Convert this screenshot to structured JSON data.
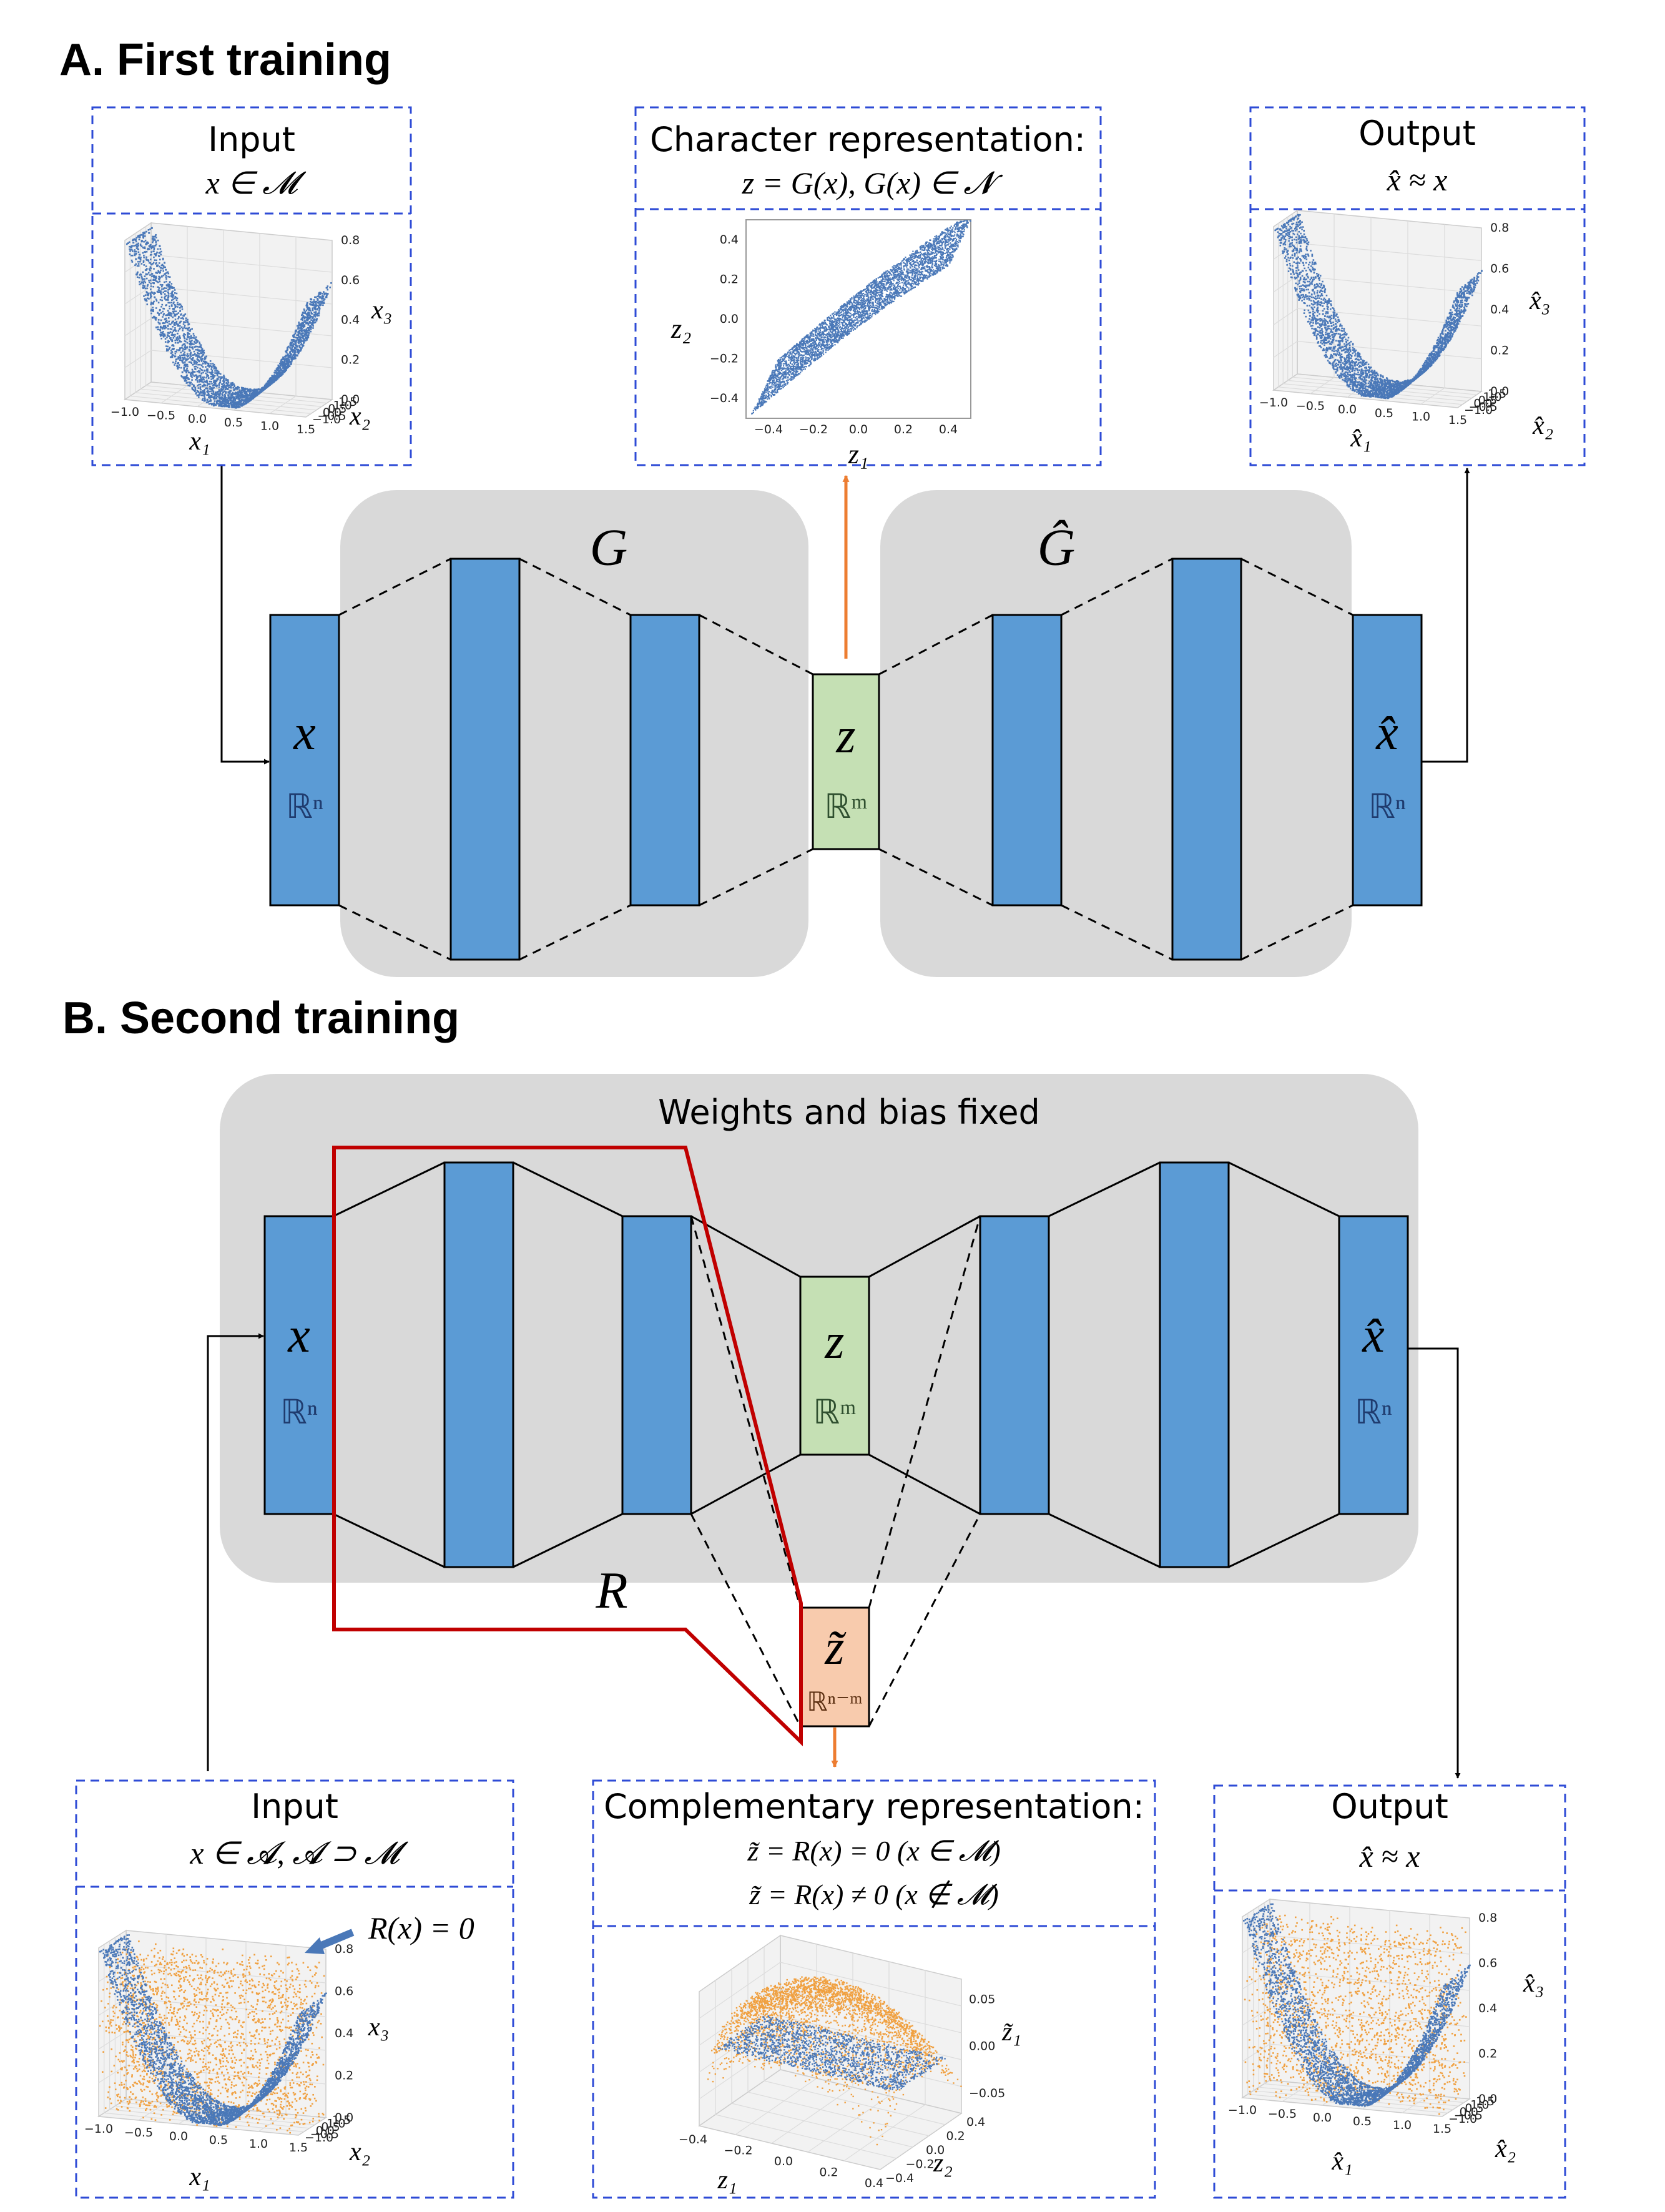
{
  "sections": {
    "a_title": "A. First training",
    "b_title": "B. Second training"
  },
  "colors": {
    "layer_blue": "#5b9bd5",
    "latent_green": "#c5e0b4",
    "complement_orange": "#f8cbad",
    "frozen_gray": "#d9d9d9",
    "scatter_blue": "#4a78b8",
    "scatter_orange": "#f0a040",
    "arrow_orange": "#ed7d31",
    "frame_red": "#c00000",
    "panel_dash": "#2e4bd6"
  },
  "panel_a": {
    "input_box": {
      "title": "Input",
      "formula": "x ∈ 𝓜"
    },
    "char_box": {
      "title": "Character representation:",
      "formula": "z = G(x), G(x) ∈ 𝓝"
    },
    "output_box": {
      "title": "Output",
      "formula": "x̂ ≈ x"
    },
    "encoder_label": "G",
    "decoder_label": "Ĝ",
    "layer_x": {
      "sym": "x",
      "space": "ℝⁿ"
    },
    "layer_z": {
      "sym": "z",
      "space": "ℝᵐ"
    },
    "layer_xhat": {
      "sym": "x̂",
      "space": "ℝⁿ"
    }
  },
  "panel_b": {
    "frozen_label": "Weights and bias fixed",
    "r_label": "R",
    "layer_x": {
      "sym": "x",
      "space": "ℝⁿ"
    },
    "layer_z": {
      "sym": "z",
      "space": "ℝᵐ"
    },
    "layer_ztilde": {
      "sym": "z̃",
      "space": "ℝⁿ⁻ᵐ"
    },
    "layer_xhat": {
      "sym": "x̂",
      "space": "ℝⁿ"
    },
    "input_box": {
      "title": "Input",
      "formula": "x ∈ 𝓐, 𝓐 ⊃ 𝓜",
      "annotation": "R(x) = 0"
    },
    "comp_box": {
      "title": "Complementary representation:",
      "formula1": "z̃ = R(x) = 0 (x ∈ 𝓜)",
      "formula2": "z̃ = R(x) ≠ 0 (x ∉ 𝓜)"
    },
    "output_box": {
      "title": "Output",
      "formula": "x̂ ≈ x"
    }
  },
  "chart_data": [
    {
      "type": "scatter",
      "id": "input_3d_a",
      "xlabel": "x₁",
      "ylabel": "x₂",
      "zlabel": "x₃",
      "x_ticks": [
        "−1.0",
        "−0.5",
        "0.0",
        "0.5",
        "1.0",
        "1.5"
      ],
      "y_ticks": [
        "−1.0",
        "−0.5",
        "0.0",
        "0.5",
        "1.0",
        "1.5"
      ],
      "z_ticks": [
        "0.0",
        "0.2",
        "0.4",
        "0.6",
        "0.8"
      ],
      "xlim": [
        -1.0,
        1.5
      ],
      "zlim": [
        0.0,
        0.8
      ],
      "series": [
        {
          "color": "#4a78b8"
        }
      ]
    },
    {
      "type": "scatter",
      "id": "latent_2d",
      "xlabel": "z₁",
      "ylabel": "z₂",
      "x_ticks": [
        "−0.4",
        "−0.2",
        "0.0",
        "0.2",
        "0.4"
      ],
      "y_ticks": [
        "−0.4",
        "−0.2",
        "0.0",
        "0.2",
        "0.4"
      ],
      "xlim": [
        -0.5,
        0.5
      ],
      "ylim": [
        -0.5,
        0.5
      ],
      "series": [
        {
          "color": "#4a78b8"
        }
      ]
    },
    {
      "type": "scatter",
      "id": "output_3d_a",
      "xlabel": "x̂₁",
      "ylabel": "x̂₂",
      "zlabel": "x̂₃",
      "x_ticks": [
        "−1.0",
        "−0.5",
        "0.0",
        "0.5",
        "1.0",
        "1.5"
      ],
      "y_ticks": [
        "−1.0",
        "−0.5",
        "0.0",
        "0.5",
        "1.0",
        "1.5"
      ],
      "z_ticks": [
        "0.0",
        "0.2",
        "0.4",
        "0.6",
        "0.8"
      ],
      "series": [
        {
          "color": "#4a78b8"
        }
      ]
    },
    {
      "type": "scatter",
      "id": "input_3d_b",
      "xlabel": "x₁",
      "ylabel": "x₂",
      "zlabel": "x₃",
      "x_ticks": [
        "−1.0",
        "−0.5",
        "0.0",
        "0.5",
        "1.0",
        "1.5"
      ],
      "y_ticks": [
        "−1.0",
        "−0.5",
        "0.0",
        "0.5",
        "1.0",
        "1.5"
      ],
      "z_ticks": [
        "0.0",
        "0.2",
        "0.4",
        "0.6",
        "0.8"
      ],
      "series": [
        {
          "color": "#4a78b8"
        },
        {
          "color": "#f0a040"
        }
      ]
    },
    {
      "type": "scatter",
      "id": "complement_3d",
      "xlabel": "z₁",
      "ylabel": "z₂",
      "zlabel": "z̃₁",
      "x_ticks": [
        "−0.4",
        "−0.2",
        "0.0",
        "0.2",
        "0.4"
      ],
      "y_ticks": [
        "−0.4",
        "−0.2",
        "0.0",
        "0.2",
        "0.4"
      ],
      "z_ticks": [
        "−0.05",
        "0.00",
        "0.05"
      ],
      "series": [
        {
          "color": "#4a78b8"
        },
        {
          "color": "#f0a040"
        }
      ]
    },
    {
      "type": "scatter",
      "id": "output_3d_b",
      "xlabel": "x̂₁",
      "ylabel": "x̂₂",
      "zlabel": "x̂₃",
      "x_ticks": [
        "−1.0",
        "−0.5",
        "0.0",
        "0.5",
        "1.0",
        "1.5"
      ],
      "y_ticks": [
        "−1.0",
        "−0.5",
        "0.0",
        "0.5",
        "1.0",
        "1.5"
      ],
      "z_ticks": [
        "0.0",
        "0.2",
        "0.4",
        "0.6",
        "0.8"
      ],
      "series": [
        {
          "color": "#4a78b8"
        },
        {
          "color": "#f0a040"
        }
      ]
    }
  ]
}
